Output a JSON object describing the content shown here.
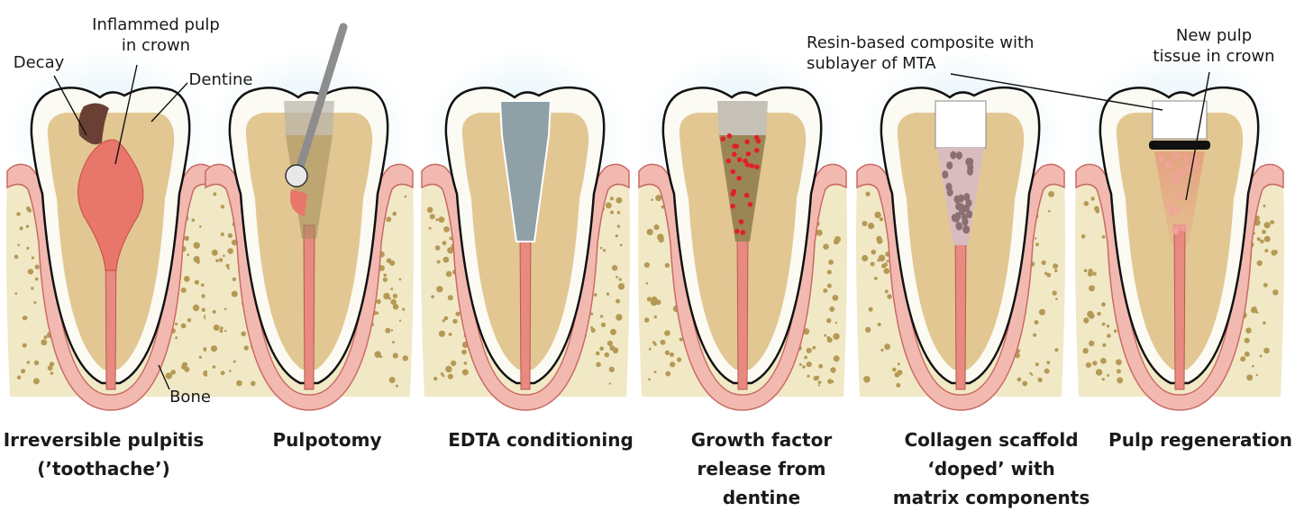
{
  "annotations": {
    "decay": "Decay",
    "inflamed_pulp": [
      "Inflammed pulp",
      "in crown"
    ],
    "dentine": "Dentine",
    "bone": "Bone",
    "resin_composite": [
      "Resin-based composite with",
      "sublayer of MTA"
    ],
    "new_pulp": [
      "New pulp",
      "tissue in crown"
    ]
  },
  "stages": [
    {
      "caption": [
        "Irreversible pulpitis",
        "(’toothache’)"
      ]
    },
    {
      "caption": [
        "Pulpotomy"
      ]
    },
    {
      "caption": [
        "EDTA conditioning"
      ]
    },
    {
      "caption": [
        "Growth factor",
        "release from",
        "dentine"
      ]
    },
    {
      "caption": [
        "Collagen scaffold",
        "‘doped’ with",
        "matrix components"
      ]
    },
    {
      "caption": [
        "Pulp regeneration"
      ]
    }
  ],
  "colors": {
    "bone": "#f1e8c6",
    "bone_dots": "#b59a55",
    "gum": "#f2b9b0",
    "gum_line": "#c96a64",
    "enamel": "#fbfaf3",
    "dentine": "#e2c793",
    "pulp": "#e8766b",
    "decay": "#6b4034",
    "canal": "#e88a80",
    "edta": "#8fa0a6",
    "growth_dots": "#e01f2b",
    "scaffold": "#d9bcc0",
    "composite": "#ffffff",
    "mta": "#111111",
    "glow": "#d6ecf5"
  }
}
